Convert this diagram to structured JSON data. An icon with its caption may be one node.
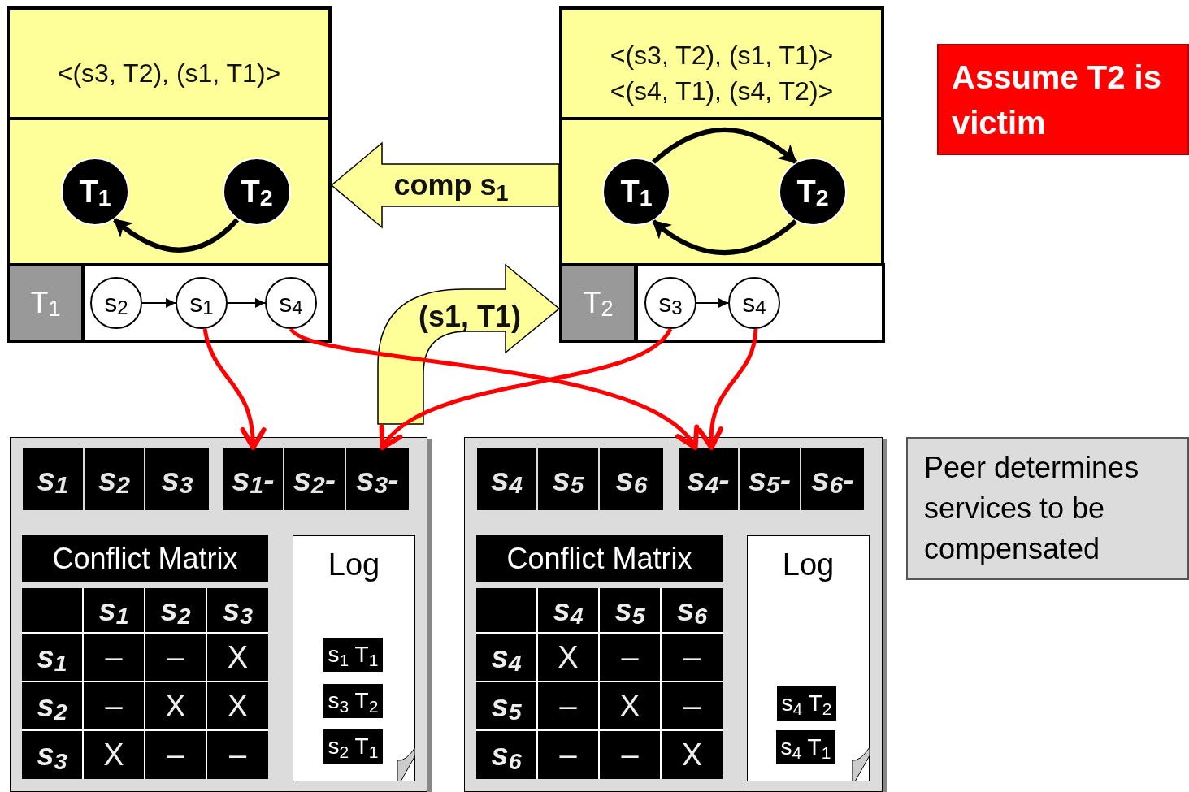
{
  "diagram": {
    "nodes": [
      {
        "text": [
          "<(s3, T2), (s1, T1)>"
        ]
      },
      {
        "text": [],
        "shape": "box"
      },
      {
        "text": [
          "T$_{1}$"
        ],
        "in": 1
      },
      {
        "text": [
          "T$_{2}$"
        ],
        "in": 1
      },
      {
        "text": [
          "T$_{1}$"
        ]
      },
      {
        "text": [],
        "shape": "box"
      },
      {
        "text": [
          "s$_{2}$"
        ],
        "in": 5
      },
      {
        "text": [
          "s$_{1}$"
        ],
        "in": 5
      },
      {
        "text": [
          "s$_{4}$"
        ],
        "in": 5
      },
      {
        "text": [
          "<(s3, T2), (s1, T1)>",
          "<(s4, T1), (s4, T2)>"
        ]
      },
      {
        "text": [],
        "shape": "box"
      },
      {
        "text": [
          "T$_{1}$"
        ],
        "in": 10
      },
      {
        "text": [
          "T$_{2}$"
        ],
        "in": 10
      },
      {
        "text": [
          "T$_{2}$"
        ]
      },
      {
        "text": [],
        "shape": "box"
      },
      {
        "text": [
          "s$_{3}$"
        ],
        "in": 14
      },
      {
        "text": [
          "s$_{4}$"
        ],
        "in": 14
      },
      {
        "text": [
          "Assume T2 is victim"
        ]
      },
      {
        "text": [],
        "shape": "box"
      },
      {
        "text": [
          "s$_{1}$"
        ],
        "in": 18
      },
      {
        "text": [
          "s$_{2}$"
        ],
        "in": 18
      },
      {
        "text": [
          "s$_{3}$"
        ],
        "in": 18
      },
      {
        "text": [
          "s$_{1}$-"
        ],
        "in": 18
      },
      {
        "text": [
          "s$_{2}$-"
        ],
        "in": 18
      },
      {
        "text": [
          "s$_{3}$-"
        ],
        "in": 18
      },
      {
        "text": [
          "Conflict Matrix"
        ],
        "in": 18
      },
      {
        "text": [
          "Log"
        ],
        "in": 18
      },
      {
        "text": [
          "s$_{1}$ T$_{1}$"
        ],
        "in": 26
      },
      {
        "text": [
          "s$_{3}$ T$_{2}$"
        ],
        "in": 26
      },
      {
        "text": [
          "s$_{2}$ T$_{1}$"
        ],
        "in": 26
      },
      {
        "text": [],
        "shape": "box"
      },
      {
        "text": [
          "s$_{4}$"
        ],
        "in": 30
      },
      {
        "text": [
          "s$_{5}$"
        ],
        "in": 30
      },
      {
        "text": [
          "s$_{6}$"
        ],
        "in": 30
      },
      {
        "text": [
          "s$_{4}$-"
        ],
        "in": 30
      },
      {
        "text": [
          "s$_{5}$-"
        ],
        "in": 30
      },
      {
        "text": [
          "s$_{6}$-"
        ],
        "in": 30
      },
      {
        "text": [
          "Conflict Matrix"
        ],
        "in": 30
      },
      {
        "text": [
          "Log"
        ],
        "in": 30
      },
      {
        "text": [
          "s$_{4}$ T$_{2}$"
        ],
        "in": 38
      },
      {
        "text": [
          "s$_{4}$ T$_{1}$"
        ],
        "in": 38
      },
      {
        "text": [
          "Peer determines services to be compensated"
        ]
      }
    ],
    "edges": [
      {
        "from": 3,
        "to": 2,
        "arrow": "to"
      },
      {
        "from": 11,
        "to": 12,
        "arrow": "to"
      },
      {
        "from": 12,
        "to": 11,
        "arrow": "to"
      },
      {
        "from": 6,
        "to": 7,
        "arrow": "to"
      },
      {
        "from": 7,
        "to": 8,
        "arrow": "to"
      },
      {
        "from": 15,
        "to": 16,
        "arrow": "to"
      },
      {
        "from": 10,
        "to": 1,
        "arrow": "to",
        "label": "comp s$_{1}$",
        "color": "#ffff99"
      },
      {
        "from": null,
        "to": 13,
        "arrow": "to",
        "label": "(s1, T1)",
        "color": "#ffff99"
      },
      {
        "from": 7,
        "to": 22,
        "arrow": "to",
        "color": "#ff0000"
      },
      {
        "from": 8,
        "to": 34,
        "arrow": "to",
        "color": "#ff0000"
      },
      {
        "from": 15,
        "to": 24,
        "arrow": "to",
        "color": "#ff0000"
      },
      {
        "from": 16,
        "to": 34,
        "arrow": "to",
        "color": "#ff0000"
      }
    ],
    "labels": [
      "s$_{1}$",
      "s$_{2}$",
      "s$_{3}$",
      "s$_{1}$",
      "–",
      "–",
      "X",
      "s$_{2}$",
      "–",
      "X",
      "X",
      "s$_{3}$",
      "X",
      "–",
      "–",
      "s$_{4}$",
      "s$_{5}$",
      "s$_{6}$",
      "s$_{4}$",
      "X",
      "–",
      "–",
      "s$_{5}$",
      "–",
      "X",
      "–",
      "s$_{6}$",
      "–",
      "–",
      "X"
    ]
  }
}
